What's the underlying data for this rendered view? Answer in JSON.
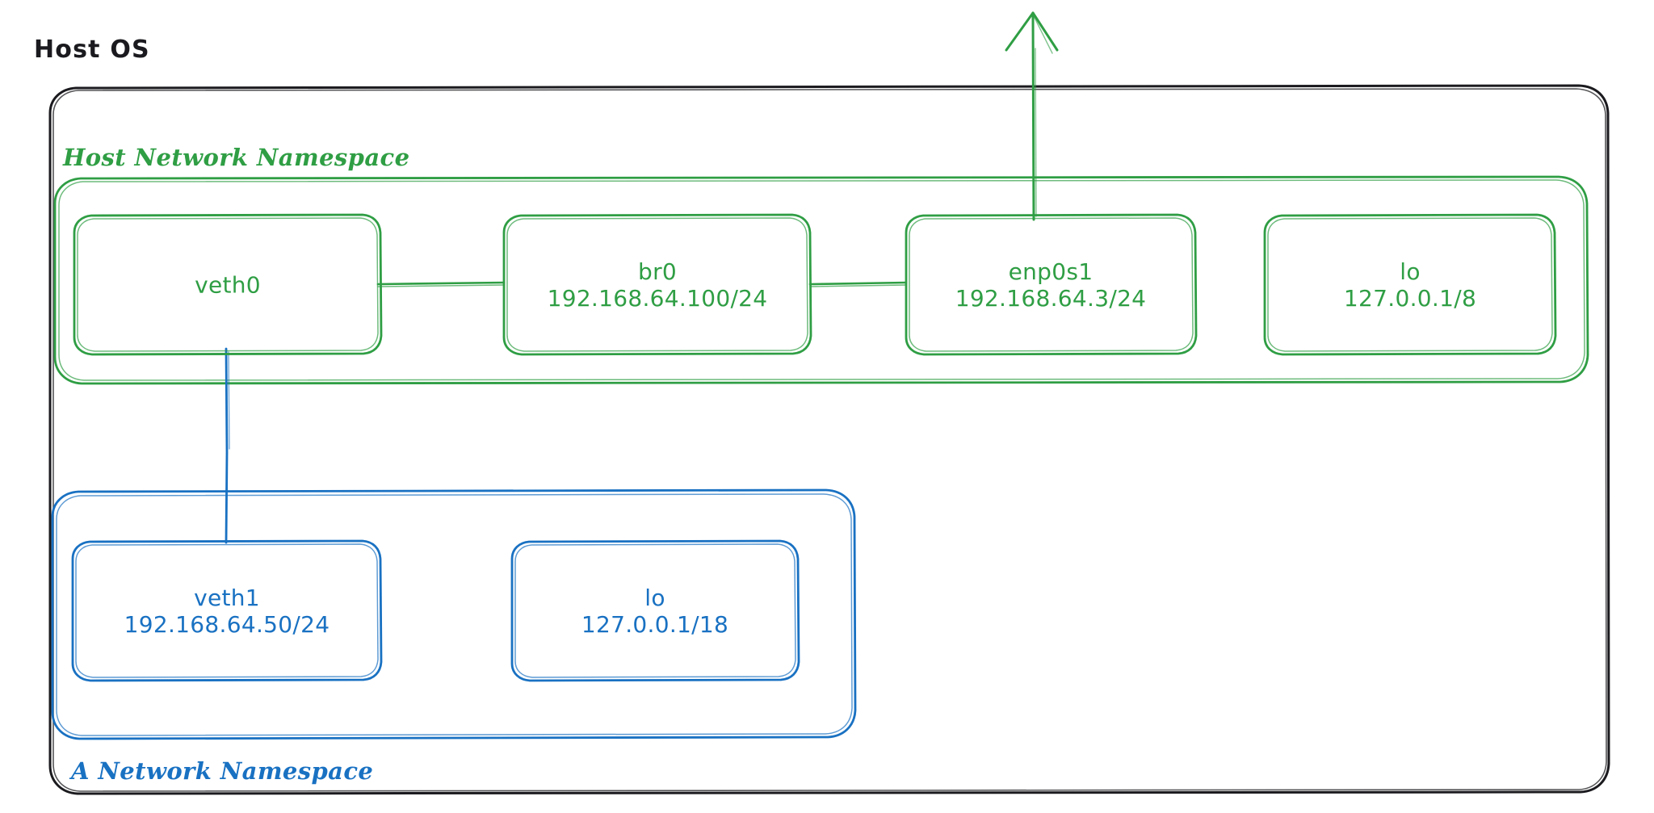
{
  "diagram": {
    "title": "Host OS",
    "background": "#ffffff",
    "style": "hand-drawn",
    "colors": {
      "host_os_border": "#1b1b1f",
      "host_namespace": "#2f9e44",
      "a_namespace": "#1971c2"
    }
  },
  "host_os": {
    "label": "Host OS",
    "border_color": "#1b1b1f"
  },
  "host_namespace": {
    "label": "Host Network Namespace",
    "color": "#2f9e44",
    "interfaces": [
      {
        "name": "veth0",
        "address": "",
        "line1": "veth0",
        "line2": ""
      },
      {
        "name": "br0",
        "address": "192.168.64.100/24",
        "line1": "br0",
        "line2": "192.168.64.100/24"
      },
      {
        "name": "enp0s1",
        "address": "192.168.64.3/24",
        "line1": "enp0s1",
        "line2": "192.168.64.3/24"
      },
      {
        "name": "lo",
        "address": "127.0.0.1/8",
        "line1": "lo",
        "line2": "127.0.0.1/8"
      }
    ]
  },
  "a_namespace": {
    "label": "A Network Namespace",
    "color": "#1971c2",
    "interfaces": [
      {
        "name": "veth1",
        "address": "192.168.64.50/24",
        "line1": "veth1",
        "line2": "192.168.64.50/24"
      },
      {
        "name": "lo",
        "address": "127.0.0.1/18",
        "line1": "lo",
        "line2": "127.0.0.1/18"
      }
    ]
  },
  "connections": [
    {
      "from": "veth0",
      "to": "br0",
      "color": "#2f9e44",
      "orientation": "horizontal"
    },
    {
      "from": "br0",
      "to": "enp0s1",
      "color": "#2f9e44",
      "orientation": "horizontal"
    },
    {
      "from": "veth0",
      "to": "veth1",
      "color": "#1971c2",
      "orientation": "vertical"
    },
    {
      "from": "enp0s1",
      "to": "external-network",
      "color": "#2f9e44",
      "orientation": "vertical-arrow-up"
    }
  ]
}
